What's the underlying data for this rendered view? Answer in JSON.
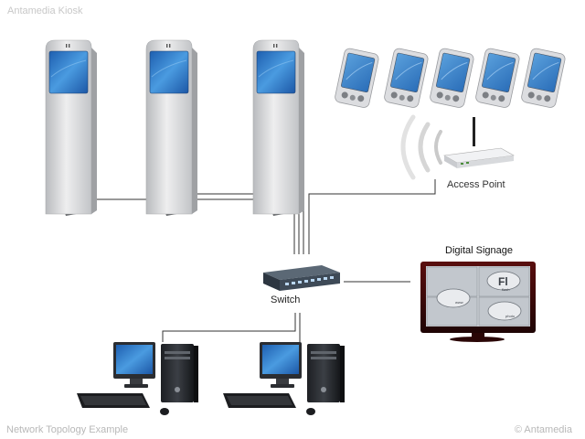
{
  "header": {
    "brand": "Antamedia Kiosk"
  },
  "labels": {
    "access_point": "Access Point",
    "digital_signage": "Digital Signage",
    "switch": "Switch"
  },
  "signage_screen": {
    "tile_top_right": "Fl",
    "tile_top_right_sub": "flash",
    "tile_bottom_left": "www",
    "tile_bottom_right": "photo"
  },
  "footer": {
    "caption": "Network Topology Example",
    "copyright": "© Antamedia"
  },
  "devices": {
    "kiosks": 3,
    "pdas": 5,
    "workstations": 2
  },
  "colors": {
    "screen_blue": "#2f7fd0",
    "kiosk_body": "#d9dadc",
    "cable": "#333333",
    "switch_body": "#3e4a57",
    "signage_frame": "#3a0a0a"
  },
  "icons": [
    "kiosk-icon",
    "pda-icon",
    "access-point-icon",
    "wifi-waves-icon",
    "switch-icon",
    "digital-signage-icon",
    "desktop-pc-icon"
  ]
}
